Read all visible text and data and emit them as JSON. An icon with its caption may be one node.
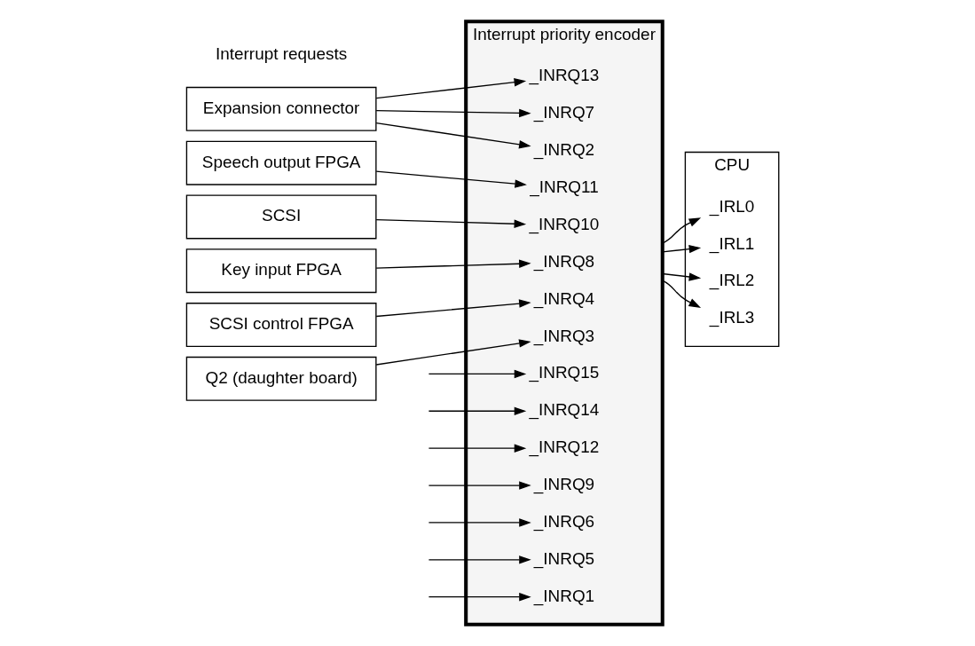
{
  "diagram": {
    "nodes": [
      {
        "text": [
          "Expansion connector"
        ]
      },
      {
        "text": [
          "Q2 (daughter board)"
        ]
      },
      {
        "text": [
          "Speech output FPGA"
        ]
      },
      {
        "text": [
          "SCSI"
        ]
      },
      {
        "text": [
          "Key input FPGA"
        ]
      },
      {
        "text": [
          "SCSI control FPGA"
        ]
      },
      {
        "text": [
          "Interrupt priority encoder"
        ]
      },
      {
        "text": [
          "_INRQ15"
        ],
        "in": 6
      },
      {
        "text": [
          "_INRQ14"
        ],
        "in": 6
      },
      {
        "text": [
          "_INRQ13"
        ],
        "in": 6
      },
      {
        "text": [
          "_INRQ12"
        ],
        "in": 6
      },
      {
        "text": [
          "_INRQ11"
        ],
        "in": 6
      },
      {
        "text": [
          "_INRQ10"
        ],
        "in": 6
      },
      {
        "text": [
          "_INRQ9"
        ],
        "in": 6
      },
      {
        "text": [
          "_INRQ8"
        ],
        "in": 6
      },
      {
        "text": [
          "_INRQ7"
        ],
        "in": 6
      },
      {
        "text": [
          "_INRQ6"
        ],
        "in": 6
      },
      {
        "text": [
          "_INRQ5"
        ],
        "in": 6
      },
      {
        "text": [
          "_INRQ4"
        ],
        "in": 6
      },
      {
        "text": [
          "_INRQ3"
        ],
        "in": 6
      },
      {
        "text": [
          "_INRQ2"
        ],
        "in": 6
      },
      {
        "text": [
          "_INRQ1"
        ],
        "in": 6
      },
      {
        "text": [
          "CPU"
        ]
      },
      {
        "text": [
          "_IRL3"
        ],
        "in": 22
      },
      {
        "text": [
          "_IRL2"
        ],
        "in": 22
      },
      {
        "text": [
          "_IRL1"
        ],
        "in": 22
      },
      {
        "text": [
          "_IRL0"
        ],
        "in": 22
      }
    ],
    "edges": [
      {
        "from": null,
        "to": 7,
        "arrow": "to"
      },
      {
        "from": null,
        "to": 8,
        "arrow": "to"
      },
      {
        "from": 0,
        "to": 9,
        "arrow": "to"
      },
      {
        "from": null,
        "to": 10,
        "arrow": "to"
      },
      {
        "from": 2,
        "to": 11,
        "arrow": "to"
      },
      {
        "from": 3,
        "to": 12,
        "arrow": "to"
      },
      {
        "from": null,
        "to": 13,
        "arrow": "to"
      },
      {
        "from": 4,
        "to": 14,
        "arrow": "to"
      },
      {
        "from": 0,
        "to": 15,
        "arrow": "to"
      },
      {
        "from": null,
        "to": 16,
        "arrow": "to"
      },
      {
        "from": null,
        "to": 17,
        "arrow": "to"
      },
      {
        "from": 5,
        "to": 18,
        "arrow": "to"
      },
      {
        "from": 1,
        "to": 19,
        "arrow": "to"
      },
      {
        "from": 0,
        "to": 20,
        "arrow": "to"
      },
      {
        "from": null,
        "to": 21,
        "arrow": "to"
      },
      {
        "from": 6,
        "to": 23,
        "arrow": "to"
      },
      {
        "from": 6,
        "to": 24,
        "arrow": "to"
      },
      {
        "from": 6,
        "to": 25,
        "arrow": "to"
      },
      {
        "from": 6,
        "to": 26,
        "arrow": "to"
      }
    ],
    "labels": [
      "Interrupt requests"
    ]
  }
}
